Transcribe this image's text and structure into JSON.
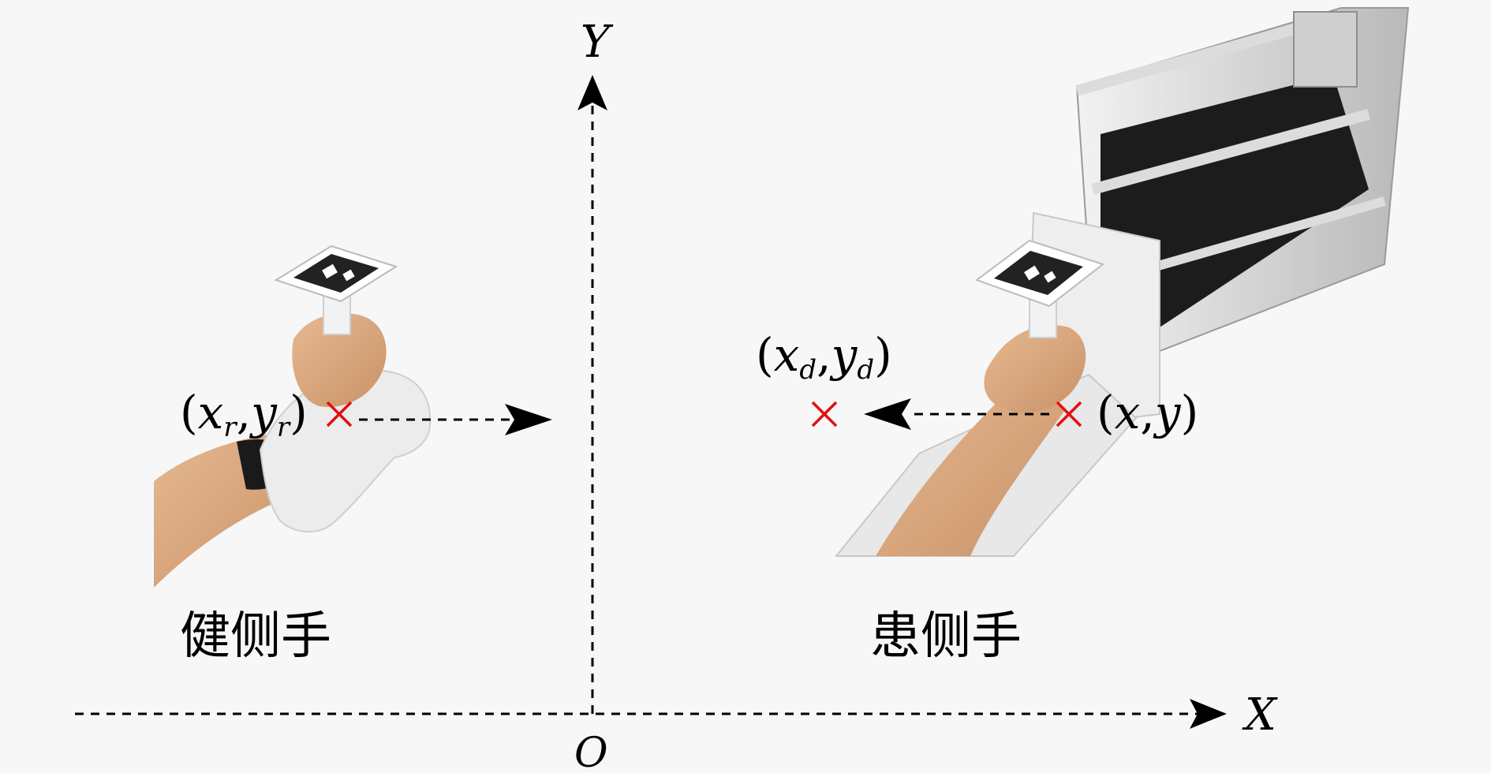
{
  "axes": {
    "x_label": "X",
    "y_label": "Y",
    "origin_label": "O"
  },
  "left_hand": {
    "label": "健侧手",
    "point": {
      "open": "(",
      "x": "x",
      "x_sub": "r",
      "sep": ",",
      "y": "y",
      "y_sub": "r",
      "close": ")"
    }
  },
  "right_hand": {
    "label": "患侧手",
    "point": {
      "open": "(",
      "x": "x",
      "sep": ",",
      "y": "y",
      "close": ")"
    },
    "target": {
      "open": "(",
      "x": "x",
      "x_sub": "d",
      "sep": ",",
      "y": "y",
      "y_sub": "d",
      "close": ")"
    }
  },
  "colors": {
    "axis": "#000000",
    "marker": "#e01010",
    "skin": "#d9a87f",
    "brace": "#ededed",
    "frame": "#d8d8d8",
    "panel": "#1c1c1c",
    "background": "#f7f7f7"
  }
}
